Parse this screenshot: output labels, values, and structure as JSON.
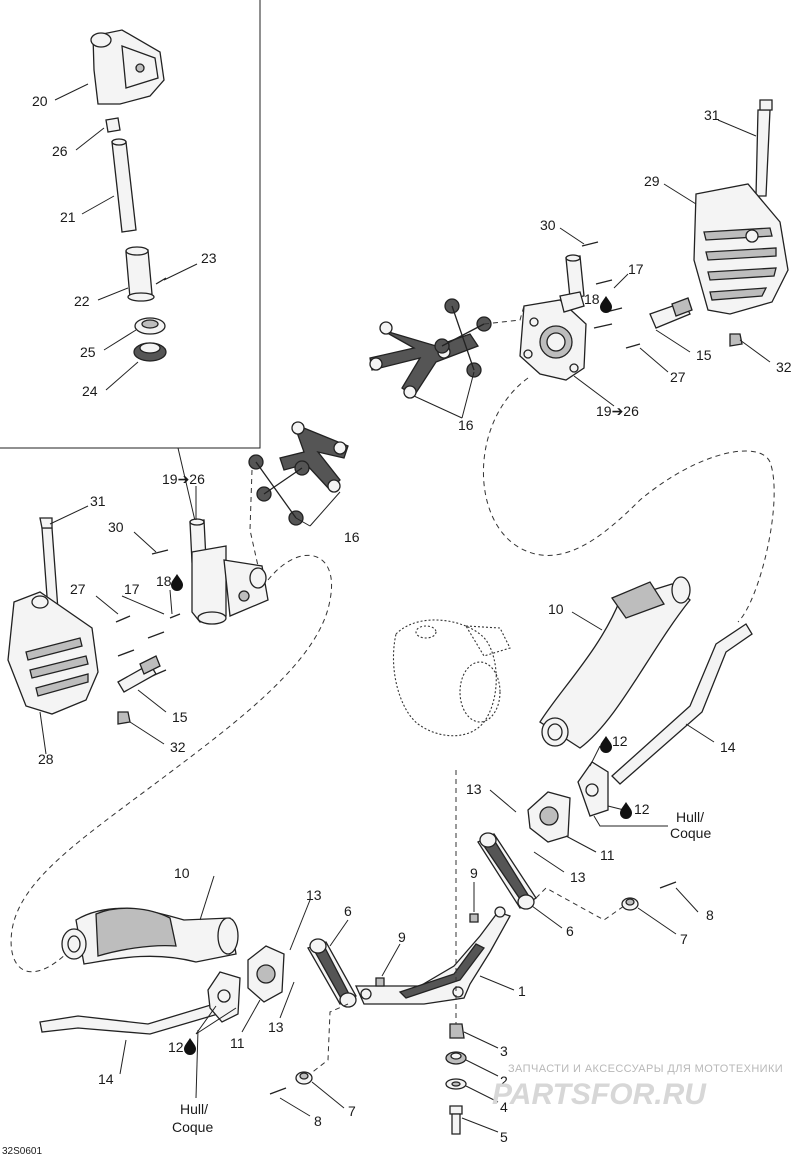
{
  "diagram": {
    "code": "32S0601",
    "callouts": [
      {
        "id": "c20",
        "text": "20"
      },
      {
        "id": "c26a",
        "text": "26"
      },
      {
        "id": "c21",
        "text": "21"
      },
      {
        "id": "c23",
        "text": "23"
      },
      {
        "id": "c22",
        "text": "22"
      },
      {
        "id": "c25",
        "text": "25"
      },
      {
        "id": "c24",
        "text": "24"
      },
      {
        "id": "c31r",
        "text": "31"
      },
      {
        "id": "c29",
        "text": "29"
      },
      {
        "id": "c30r",
        "text": "30"
      },
      {
        "id": "c17r",
        "text": "17"
      },
      {
        "id": "c18r",
        "text": "18"
      },
      {
        "id": "c15r",
        "text": "15"
      },
      {
        "id": "c27r",
        "text": "27"
      },
      {
        "id": "c32r",
        "text": "32"
      },
      {
        "id": "c1926r",
        "text": "19➔26"
      },
      {
        "id": "c16r",
        "text": "16"
      },
      {
        "id": "c1926l",
        "text": "19➔26"
      },
      {
        "id": "c31l",
        "text": "31"
      },
      {
        "id": "c30l",
        "text": "30"
      },
      {
        "id": "c18l",
        "text": "18"
      },
      {
        "id": "c16l",
        "text": "16"
      },
      {
        "id": "c27l",
        "text": "27"
      },
      {
        "id": "c17l",
        "text": "17"
      },
      {
        "id": "c15l",
        "text": "15"
      },
      {
        "id": "c32l",
        "text": "32"
      },
      {
        "id": "c28",
        "text": "28"
      },
      {
        "id": "c10r",
        "text": "10"
      },
      {
        "id": "c12a",
        "text": "12"
      },
      {
        "id": "c14r",
        "text": "14"
      },
      {
        "id": "c13a",
        "text": "13"
      },
      {
        "id": "c12b",
        "text": "12"
      },
      {
        "id": "c11r",
        "text": "11"
      },
      {
        "id": "c13b",
        "text": "13"
      },
      {
        "id": "c9r",
        "text": "9"
      },
      {
        "id": "c8r",
        "text": "8"
      },
      {
        "id": "c6r",
        "text": "6"
      },
      {
        "id": "c7r",
        "text": "7"
      },
      {
        "id": "c10l",
        "text": "10"
      },
      {
        "id": "c13c",
        "text": "13"
      },
      {
        "id": "c6l",
        "text": "6"
      },
      {
        "id": "c9l",
        "text": "9"
      },
      {
        "id": "c1",
        "text": "1"
      },
      {
        "id": "c13d",
        "text": "13"
      },
      {
        "id": "c11l",
        "text": "11"
      },
      {
        "id": "c12c",
        "text": "12"
      },
      {
        "id": "c14l",
        "text": "14"
      },
      {
        "id": "c3",
        "text": "3"
      },
      {
        "id": "c2",
        "text": "2"
      },
      {
        "id": "c4",
        "text": "4"
      },
      {
        "id": "c5",
        "text": "5"
      },
      {
        "id": "c8l",
        "text": "8"
      },
      {
        "id": "c7l",
        "text": "7"
      }
    ],
    "hull_label_right": {
      "line1": "Hull/",
      "line2": "Coque"
    },
    "hull_label_left": {
      "line1": "Hull/",
      "line2": "Coque"
    },
    "watermark": {
      "line1": "ЗАПЧАСТИ И АКСЕССУАРЫ ДЛЯ МОТОТЕХНИКИ",
      "line2": "PARTSFOR.RU"
    },
    "icons": [
      "oil-drop-icon"
    ]
  }
}
